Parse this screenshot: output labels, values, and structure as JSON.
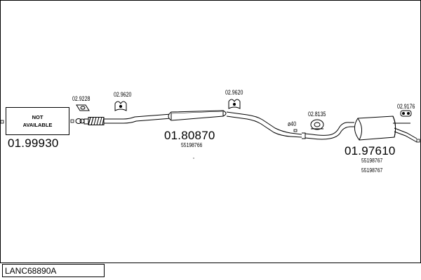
{
  "not_available": {
    "line1": "NOT",
    "line2": "AVAILABLE"
  },
  "parts": {
    "front_pipe": "01.99930",
    "middle_muffler": "01.80870",
    "rear_muffler": "01.97610"
  },
  "oem": {
    "middle": "55198766",
    "rear_1": "55198767",
    "rear_2": "55198767"
  },
  "accessories": {
    "gasket": "02.9228",
    "hanger_1": "02.9620",
    "hanger_2": "02.9620",
    "clamp": "02.8135",
    "hanger_3": "02.9176"
  },
  "diameter_label": "ø40",
  "kit_code": "LANC68890A"
}
